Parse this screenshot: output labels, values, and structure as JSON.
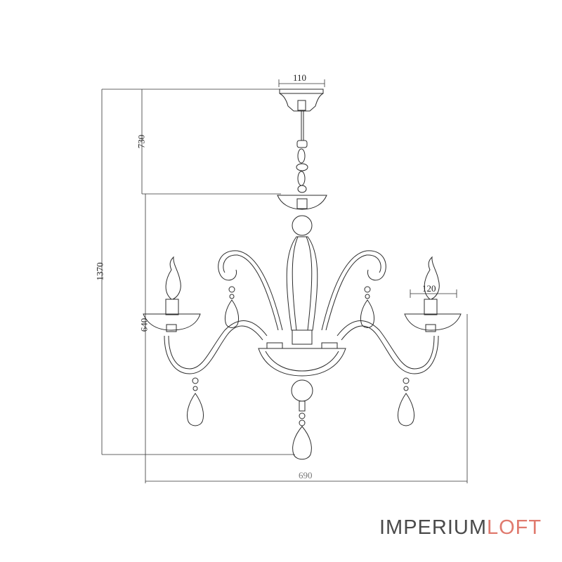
{
  "dimensions": {
    "canopy_width": "110",
    "chain_length": "730",
    "total_height": "1370",
    "body_height": "640",
    "cup_width": "120",
    "total_width": "690"
  },
  "brand": {
    "part1": "IMPERIUM",
    "part2": "LOFT",
    "color1": "#4a4a4a",
    "color2": "#e07a6e"
  },
  "colors": {
    "line": "#2b2b2b",
    "dimension": "#333333"
  }
}
